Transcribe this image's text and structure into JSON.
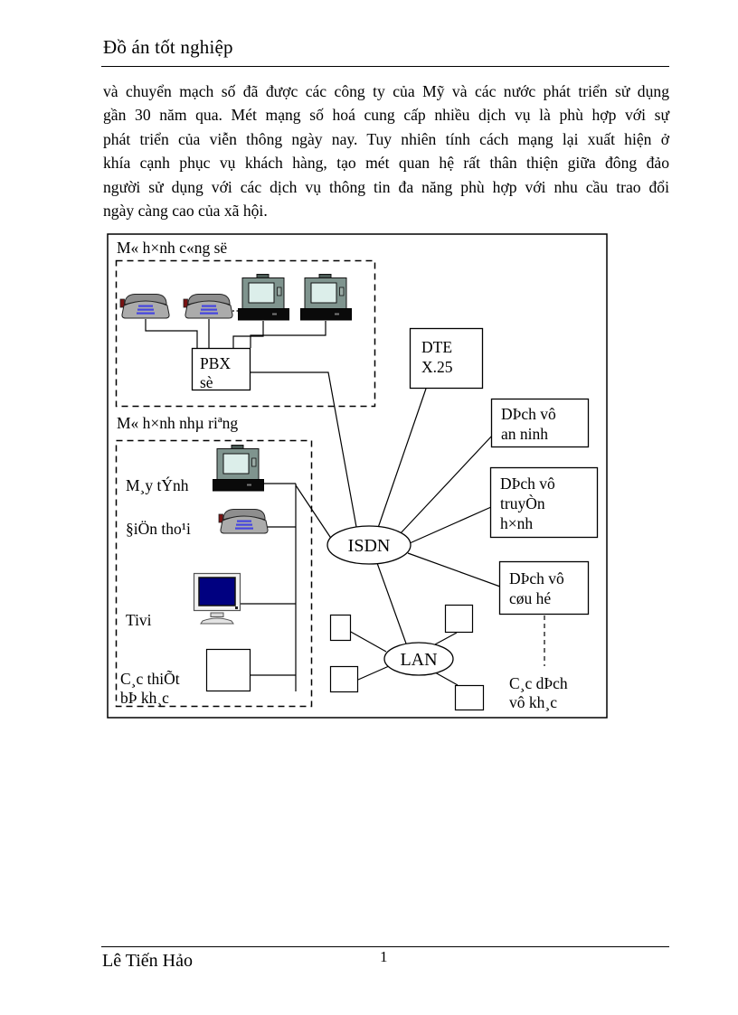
{
  "page": {
    "header_title": "Đồ án tốt nghiệp",
    "body_lines": [
      "và chuyển mạch số đã được các công ty của Mỹ và các nước phát triển sử dụng",
      "gần 30 năm qua. Mét mạng số hoá cung cấp nhiều dịch vụ là phù hợp với sự",
      "phát triển của viễn thông ngày nay. Tuy nhiên tính cách mạng lại xuất hiện ở",
      "khía cạnh phục vụ khách hàng, tạo mét quan hệ rất thân thiện giữa đông đảo",
      "người sử dụng với các dịch vụ thông tin đa năng phù hợp với nhu cầu trao đổi",
      "ngày càng cao của xã hội."
    ],
    "footer_author": "Lê Tiến Hảo",
    "footer_page_number": "1"
  },
  "diagram": {
    "office": {
      "label": "M« h×nh c«ng së",
      "pbx_line1": "PBX",
      "pbx_line2": "sè"
    },
    "home": {
      "label": "M« h×nh nhµ riªng",
      "computer_label": "M¸y tÝnh",
      "phone_label": "§iÖn tho¹i",
      "tv_label": "Tivi",
      "other_devices_line1": "C¸c thiÕt",
      "other_devices_line2": "bÞ kh¸c"
    },
    "nodes": {
      "isdn": "ISDN",
      "lan": "LAN",
      "dte_line1": "DTE",
      "dte_line2": "X.25"
    },
    "services": {
      "security_line1": "DÞch vô",
      "security_line2": "an ninh",
      "tv_line1": "DÞch vô",
      "tv_line2": "truyÒn",
      "tv_line3": "h×nh",
      "rescue_line1": "DÞch vô",
      "rescue_line2": "cøu hé",
      "other_line1": "C¸c dÞch",
      "other_line2": "vô kh¸c"
    },
    "colors": {
      "tv_screen_navy": "#000080",
      "laptop_screen": "#dceeea",
      "laptop_body": "#7f948e",
      "phone_body": "#ababab",
      "keypad_blue": "#4545e0",
      "phone_hook_red": "#7a1212"
    }
  }
}
